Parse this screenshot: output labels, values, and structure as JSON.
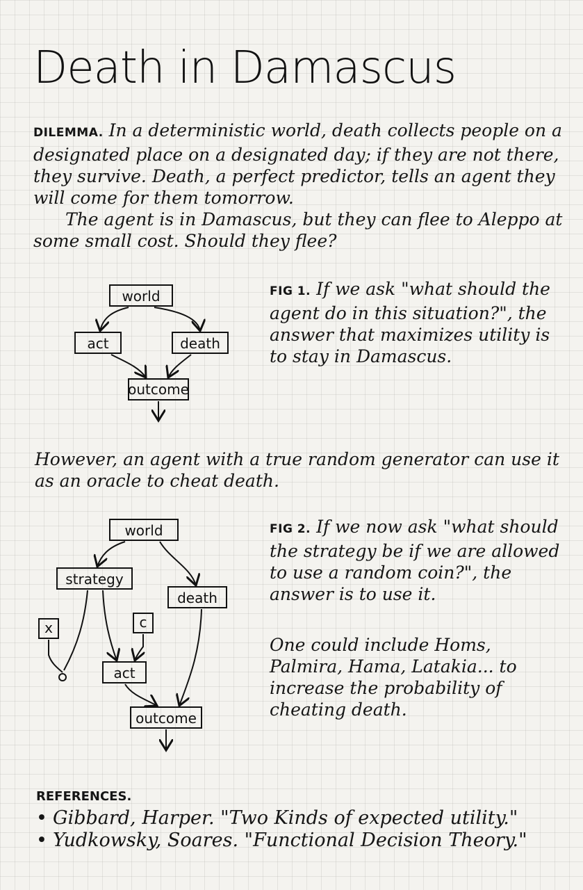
{
  "title": "Death in Damascus",
  "dilemma": {
    "label": "DILEMMA.",
    "text1": "In a deterministic world, death collects people on a designated place on a designated day; if they are not there, they survive. Death, a perfect predictor, tells an agent they will come for them tomorrow.",
    "text2": "The agent is in Damascus, but they can flee to Aleppo at some small cost. Should they flee?"
  },
  "fig1": {
    "label": "FIG 1.",
    "text": "If we ask \"what should the agent do in this situation?\", the answer that maximizes utility is to stay in Damascus.",
    "nodes": {
      "world": "world",
      "act": "act",
      "death": "death",
      "outcome": "outcome"
    }
  },
  "however": "However, an agent with a true random generator can use it as an oracle to cheat death.",
  "fig2": {
    "label": "FIG 2.",
    "text": "If we now ask \"what should the strategy be if we are allowed to use a random coin?\", the answer is to use it.",
    "extra": "One could include Homs, Palmira, Hama, Latakia... to increase the probability of cheating death.",
    "nodes": {
      "world": "world",
      "strategy": "strategy",
      "death": "death",
      "x": "x",
      "c": "c",
      "act": "act",
      "outcome": "outcome"
    }
  },
  "references": {
    "label": "REFERENCES.",
    "items": [
      "Gibbard, Harper. \"Two Kinds of expected utility.\"",
      "Yudkowsky, Soares. \"Functional Decision Theory.\""
    ]
  }
}
